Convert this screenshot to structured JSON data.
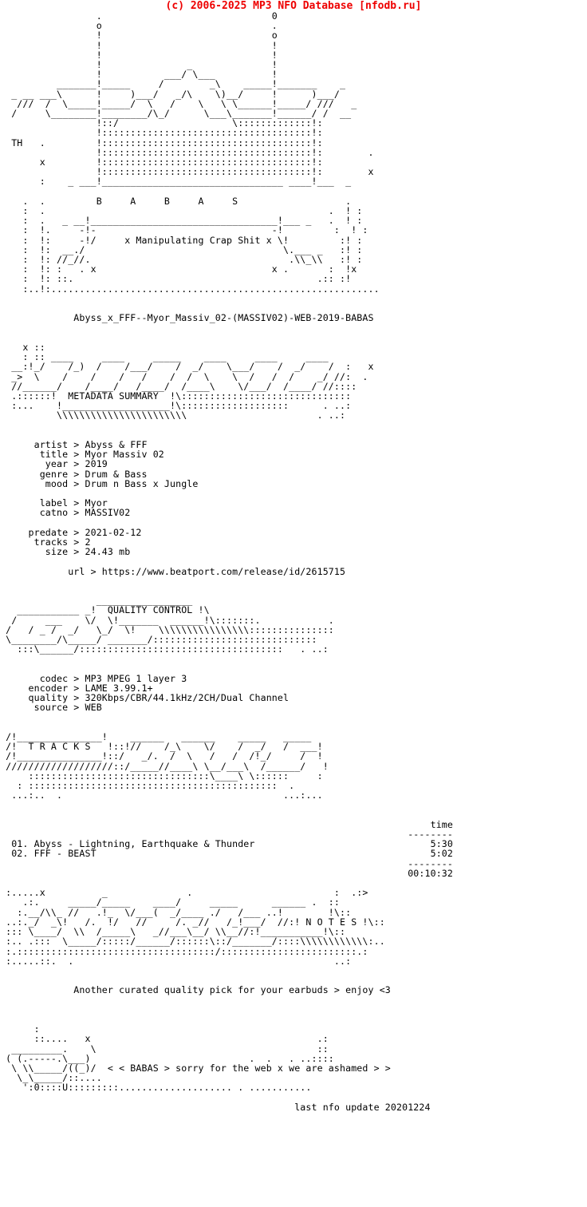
{
  "header": {
    "copyright": "(c) 2006-2025 MP3 NFO Database [nfodb.ru]",
    "color": "#ee0000"
  },
  "release": {
    "dirname": "Abyss_x_FFF--Myor_Massiv_02-(MASSIV02)-WEB-2019-BABAS",
    "group": "BABAS",
    "group_letters": "B   A   B   A   S",
    "group_tagline": "x Manipulating Crap Shit x"
  },
  "sections": {
    "metadata_banner": "METADATA SUMMARY",
    "quality_banner": "QUALITY CONTROL",
    "tracks_banner": "T R A C K S",
    "notes_banner": "N O T E S"
  },
  "metadata": {
    "fields": [
      {
        "key": "artist",
        "sep": ">",
        "value": "Abyss & FFF"
      },
      {
        "key": "title",
        "sep": ">",
        "value": "Myor Massiv 02"
      },
      {
        "key": "year",
        "sep": ">",
        "value": "2019"
      },
      {
        "key": "genre",
        "sep": ">",
        "value": "Drum & Bass"
      },
      {
        "key": "mood",
        "sep": ">",
        "value": "Drum n Bass x Jungle"
      },
      {
        "key": "label",
        "sep": ">",
        "value": "Myor"
      },
      {
        "key": "catno",
        "sep": ">",
        "value": "MASSIV02"
      },
      {
        "key": "predate",
        "sep": ">",
        "value": "2021-02-12"
      },
      {
        "key": "tracks",
        "sep": ">",
        "value": "2"
      },
      {
        "key": "size",
        "sep": ">",
        "value": "24.43 mb"
      },
      {
        "key": "url",
        "sep": ">",
        "value": "https://www.beatport.com/release/id/2615715"
      }
    ]
  },
  "quality": {
    "fields": [
      {
        "key": "codec",
        "sep": ">",
        "value": "MP3 MPEG 1 layer 3"
      },
      {
        "key": "encoder",
        "sep": ">",
        "value": "LAME 3.99.1+"
      },
      {
        "key": "quality",
        "sep": ">",
        "value": "320Kbps/CBR/44.1kHz/2CH/Dual Channel"
      },
      {
        "key": "source",
        "sep": ">",
        "value": "WEB"
      }
    ]
  },
  "tracklist": {
    "time_header": "time",
    "rule": "--------",
    "tracks": [
      {
        "num": "01.",
        "title": "Abyss - Lightning, Earthquake & Thunder",
        "time": "5:30"
      },
      {
        "num": "02.",
        "title": "FFF - BEAST",
        "time": "5:02"
      }
    ],
    "total_time": "00:10:32"
  },
  "notes": {
    "text": "Another curated quality pick for your earbuds > enjoy <3"
  },
  "footer": {
    "signature": "< < BABAS > sorry for the web x we are ashamed > >",
    "last_update": "last nfo update 20201224"
  },
  "ascii": {
    "art_header": ":                                 0\n                  o                              .\n                  o                              o\n                  !                              !\n                  !                              !\n                  !                   ,-.        !\n           ____   !_  ___,           /   \\       !___   ____\n      _ __//  _>__| |_\\   )_ ____ __/_ _  \\_  ___| |___\\   )_ __  _\n       //// \\___/ \\ !  \\_//  /    \\  \\ \\   \\/   \\ !  \\_/ ////\n      /________/   \\:_____/ /      \\  \\ \\___\\____/:\\. __ _\n                   !:/_____/        \\__\\_________!::\n        .          !::::::::::::::::::::::::::::::!::\n     TH             !:::::::::::::::::::::::::::::!::\n        x          !::::::::::::::::::::::::::::::!::          .\n                   !::::::::::::::::::::::::::::::!::          x\n        :     _ ___!________   ____________ ______!__ _\n      .  .          B     A     B     A     S            .    .\n      :  .                                               .  ! :\n      :  .  _ ___!_______________________________!___  _  . ! :\n      :  !.      -!-                            -!        :! :\n      :  !:     -!/      x Manipulating Crap Shit x\\!      :! :\n      :  !:  __./                                  \\.___   :! :\n      :  !: //_//.                                  .\\\\_\\\\  :! :\n      :  !: :   . x                              x .      : !x\n      :  !: ::.                                        .:: :!\n      :..!:.....................................................",
    "art_metadata": "    x ::  ____     ____    ____   ____     ____   ____\n    : ::/   /_)  /___/  /   \\\\  \\   \\\\  /   /  /   /  |\n  __:!__/    /  /!    /     \\  \\   \\\\/   /  /   /   ::  x\n _>    /   _/  /____/ \\____/ \\__\\___\\   /  /___/ ___::  .\n //_______/!                          \\_/       //::::\n  .::::::! METADATA SUMMARY !\\::::::::::::::::::::::::\n  :...    !_________________!\\:::::::::::::::::    ..::\n          \\\\\\\\\\\\\\\\\\\\\\\\\\\\\\\\\\\\\\                  . ..:",
    "art_quality": "                 _______________\n   _________ ____! QUALITY CONTROL !\\\n  /      _  \\/   \\!_____  _________!\\:::::::::      .\n /    / _ /  /_   \\!     \\\\\\\\\\\\\\\\\\\\\\\\\\\\\\\\\\\\\\\\\\\\\\\\\\\\\\\\\\\\\\\n \\__________/\\____/ ________/::::::::::::::::::::::\n   :::\\_____/::::::::::::::::::::::::::::::::::  . ..:",
    "art_tracks": "/!_______________!  ____ _______  _______   ______\n/! T R A C K S  !::!//     /_\\   \\/   /  _/   /  ___!\n/!______________!::/   _/. /  \\   /  /  /!_/     /  !\n//////////////////::/_____//___\\ \\_/___\\  /_______/  !\n    :::::::::::::::::::::::::::::\\___\\ \\:::::     :\n  : ::::::::::::::::::::::::::::::::::::::::::  .\n ...:..  .                                    ...:...",
    "art_notes": ":.....x           _             .                    :  .:>\n   .:.   ______/_____     ____/    ____      ______. ::\n  :.__/\\\\ //  .!_  \\/___(  _/___ ./  /__ ..!       !\\::\n..:._/ _\\!  /.  !/  //    /. _//  /_!__/ //:! N O T E S !\\::\n::: \\___/  \\\\  /_____\\  _//__\\__/\\\\   _//:!_________!\\::\n:.. .::: \\_____/:::::/_____/::::::\\::/________/::::\\\\\\\\\\\\\\\\\\\\\\:..\n:.::::::::::::::::::::::::::::::::::::/:::::::::::::::::::::.:\n:.....::.  .                                             ..:",
    "art_footer": "     :\n     ::....  x                              .:\n  ________.  \\                               ::\n ( (.-----.\\__)                    .  .   . ..::::\n \\ \\\\_____/((_)/  < < BABAS > sorry for the web x we are ashamed > >\n  \\_\\_____/::....\n   ':0::::U:::::::::.................... . ..........."
  }
}
